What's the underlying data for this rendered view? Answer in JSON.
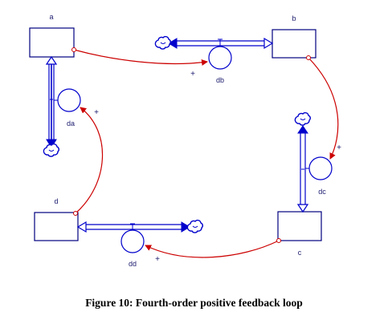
{
  "stocks": [
    {
      "id": "a",
      "label": "a"
    },
    {
      "id": "b",
      "label": "b"
    },
    {
      "id": "c",
      "label": "c"
    },
    {
      "id": "d",
      "label": "d"
    }
  ],
  "flows": [
    {
      "id": "da",
      "label": "da"
    },
    {
      "id": "db",
      "label": "db"
    },
    {
      "id": "dc",
      "label": "dc"
    },
    {
      "id": "dd",
      "label": "dd"
    }
  ],
  "links": [
    {
      "from": "a",
      "to": "db",
      "polarity": "+"
    },
    {
      "from": "b",
      "to": "dc",
      "polarity": "+"
    },
    {
      "from": "c",
      "to": "dd",
      "polarity": "+"
    },
    {
      "from": "d",
      "to": "da",
      "polarity": "+"
    }
  ],
  "caption": "Figure 10:  Fourth-order positive feedback loop",
  "colors": {
    "flow": "#0000cc",
    "link": "#cc0000",
    "stock": "#000080",
    "text": "#1a1a6e"
  },
  "icons": {
    "source_sink": "cloud-icon",
    "valve": "valve-icon"
  }
}
